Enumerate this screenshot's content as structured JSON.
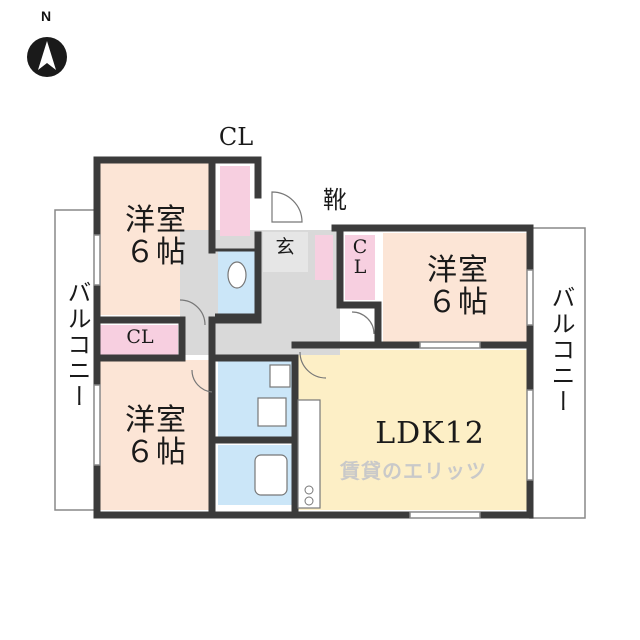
{
  "compass": {
    "north_label": "N"
  },
  "rooms": {
    "west_upper": {
      "label": "洋室\n６帖"
    },
    "west_lower": {
      "label": "洋室\n６帖"
    },
    "east": {
      "label": "洋室\n６帖"
    },
    "ldk": {
      "label": "LDK12"
    }
  },
  "labels": {
    "closet_top": "CL",
    "closet_west": "CL",
    "closet_east": "C\nL",
    "entrance": "玄",
    "shoe_storage": "靴",
    "balcony_west": "バルコニー",
    "balcony_east": "バルコニー"
  },
  "watermark": "賃貸のエリッツ",
  "colors": {
    "western_room": "#fce5d6",
    "ldk": "#fdefc6",
    "water": "#cbe6f8",
    "closet": "#f7cfe0",
    "hall": "#d9d9d9",
    "wall": "#3b3b3b"
  }
}
